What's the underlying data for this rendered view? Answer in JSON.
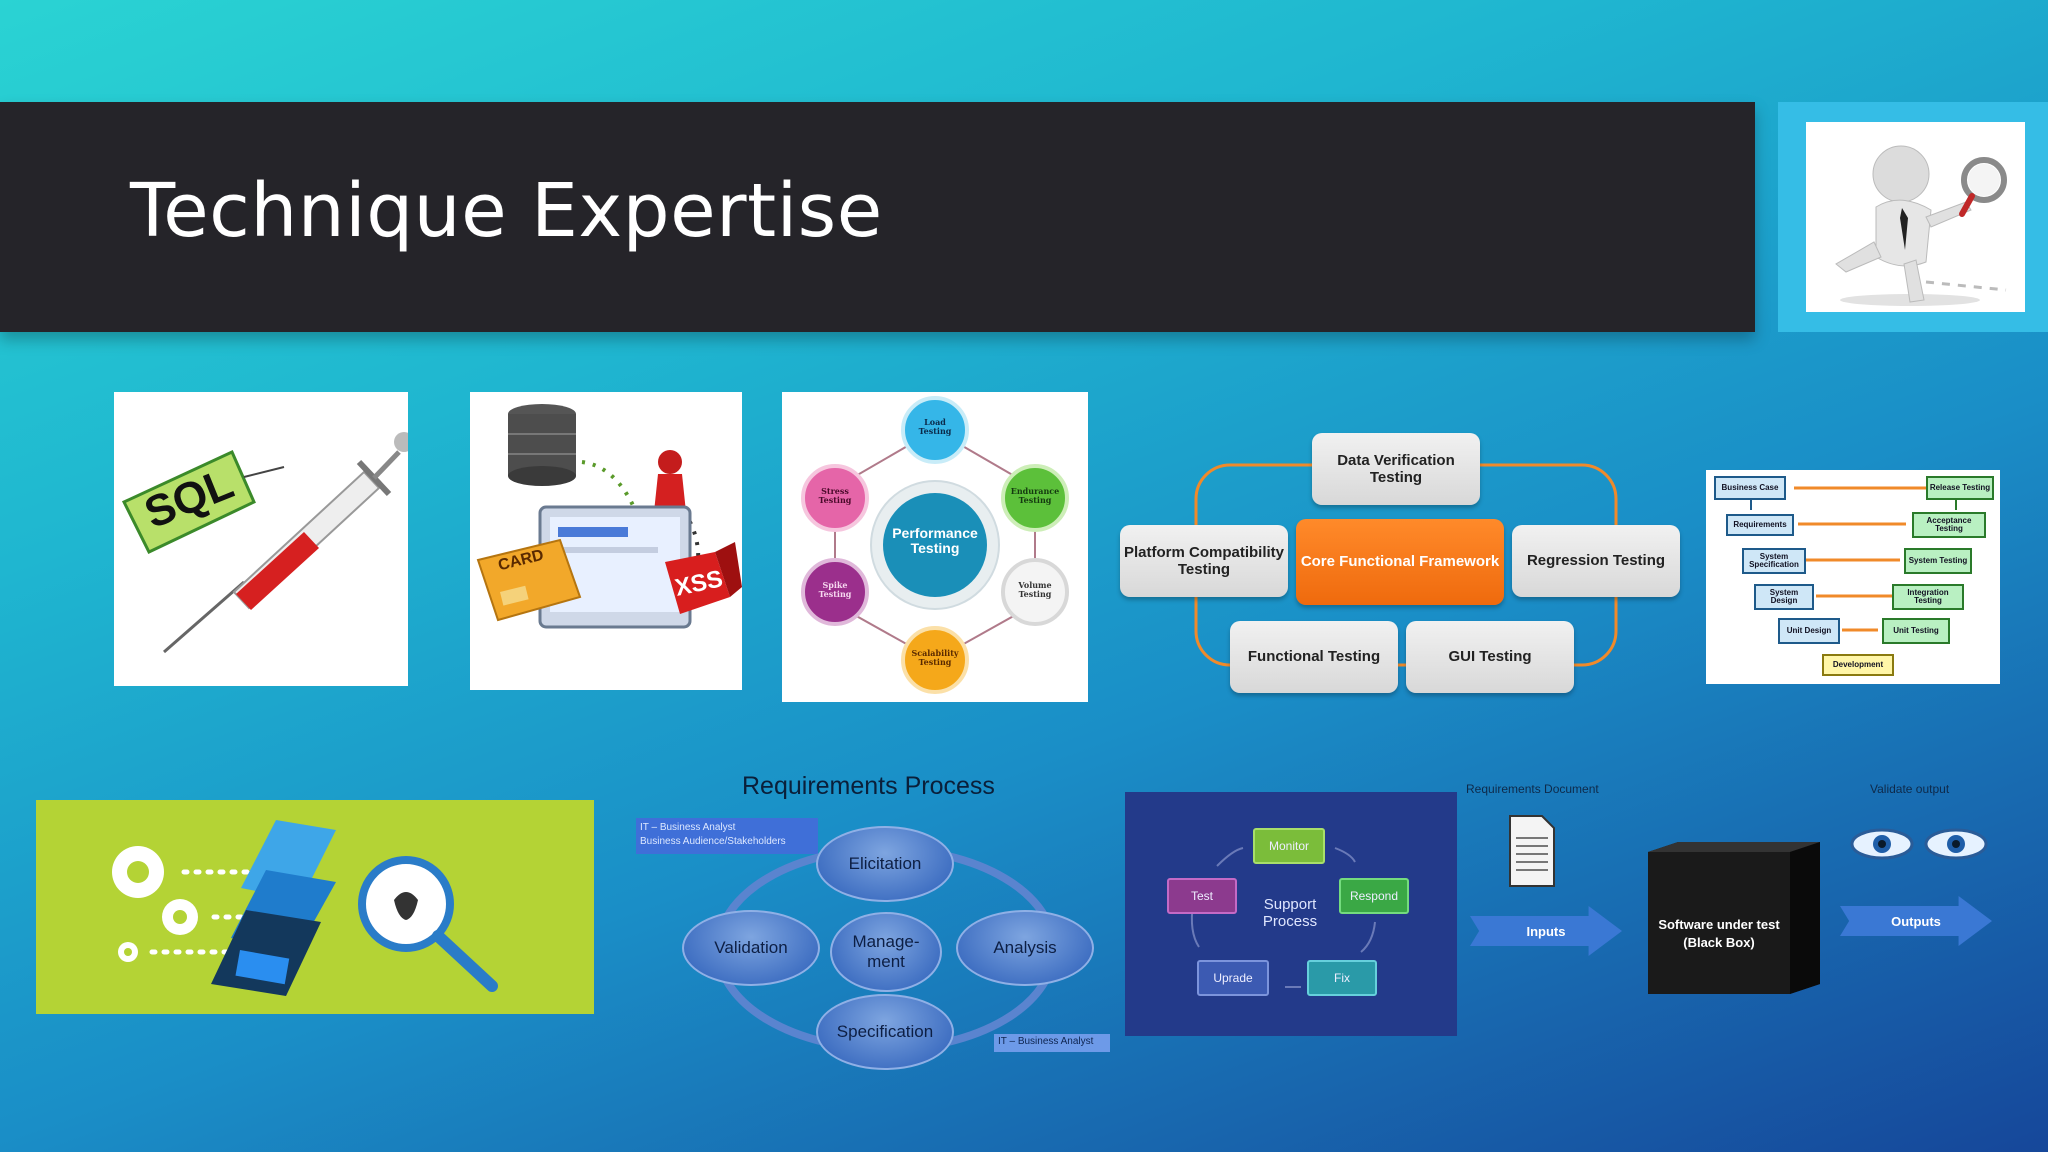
{
  "slide": {
    "title": "Technique Expertise"
  },
  "sql_panel": {
    "tag": "SQL"
  },
  "xss_panel": {
    "card": "CARD",
    "badge": "XSS"
  },
  "performance": {
    "center": "Performance Testing",
    "nodes": [
      "Load Testing",
      "Endurance Testing",
      "Volume Testing",
      "Scalability Testing",
      "Spike Testing",
      "Stress Testing"
    ]
  },
  "framework": {
    "top": "Data Verification Testing",
    "left": "Platform Compatibility Testing",
    "center": "Core Functional Framework",
    "right": "Regression Testing",
    "bottom_left": "Functional Testing",
    "bottom_right": "GUI Testing"
  },
  "vmodel": {
    "left": [
      "Business Case",
      "Requirements",
      "System Specification",
      "System Design",
      "Unit Design"
    ],
    "right": [
      "Release Testing",
      "Acceptance Testing",
      "System Testing",
      "Integration Testing",
      "Unit Testing"
    ],
    "bottom": "Development"
  },
  "requirements": {
    "title": "Requirements Process",
    "top_tag_line1": "IT – Business Analyst",
    "top_tag_line2": "Business Audience/Stakeholders",
    "bottom_tag": "IT – Business Analyst",
    "nodes": {
      "elicitation": "Elicitation",
      "validation": "Validation",
      "management": "Manage-ment",
      "analysis": "Analysis",
      "specification": "Specification"
    }
  },
  "support": {
    "center": "Support Process",
    "nodes": {
      "monitor": "Monitor",
      "test": "Test",
      "respond": "Respond",
      "uprade": "Uprade",
      "fix": "Fix"
    }
  },
  "blackbox": {
    "req_doc": "Requirements Document",
    "validate": "Validate output",
    "inputs": "Inputs",
    "outputs": "Outputs",
    "box_line1": "Software under test",
    "box_line2": "(Black Box)"
  },
  "colors": {
    "title_bar": "#252429",
    "accent_frame": "#35bde6",
    "orange": "#ef6a0d",
    "lime_panel": "#b4d335",
    "support_bg": "#233a8a"
  }
}
